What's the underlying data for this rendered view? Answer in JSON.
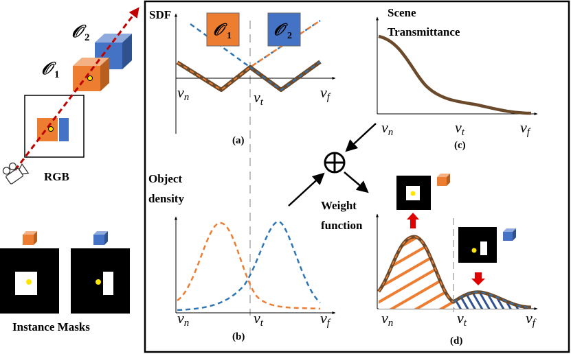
{
  "left": {
    "object1_label": "𝒪",
    "object1_sub": "1",
    "object2_label": "𝒪",
    "object2_sub": "2",
    "rgb_label": "RGB",
    "masks_label": "Instance Masks"
  },
  "panel_a": {
    "title": "SDF",
    "legend1_main": "𝒪",
    "legend1_sub": "1",
    "legend2_main": "𝒪",
    "legend2_sub": "2",
    "tick_n": "v",
    "tick_n_sub": "n",
    "tick_t": "v",
    "tick_t_sub": "t",
    "tick_f": "v",
    "tick_f_sub": "f",
    "caption": "(a)"
  },
  "panel_b": {
    "title_line1": "Object",
    "title_line2": "density",
    "tick_n": "v",
    "tick_n_sub": "n",
    "tick_t": "v",
    "tick_t_sub": "t",
    "tick_f": "v",
    "tick_f_sub": "f",
    "caption": "(b)"
  },
  "panel_c": {
    "title_line1": "Scene",
    "title_line2": "Transmittance",
    "tick_n": "v",
    "tick_n_sub": "n",
    "tick_t": "v",
    "tick_t_sub": "t",
    "tick_f": "v",
    "tick_f_sub": "f",
    "caption": "(c)"
  },
  "panel_d": {
    "title_line1": "Weight",
    "title_line2": "function",
    "tick_n": "v",
    "tick_n_sub": "n",
    "tick_t": "v",
    "tick_t_sub": "t",
    "tick_f": "v",
    "tick_f_sub": "f",
    "caption": "(d)"
  },
  "operator_symbol": "⊕",
  "colors": {
    "object1": "#ED7D31",
    "object2": "#4472C4",
    "object1_dark": "#B85F20",
    "object2_dark": "#2F528F",
    "curve_brown": "#6B4A2B",
    "dashed_orange": "#ED7D31",
    "dashed_blue": "#2E75B6",
    "ray_red": "#C00000",
    "mask_marker": "#FFE600"
  }
}
